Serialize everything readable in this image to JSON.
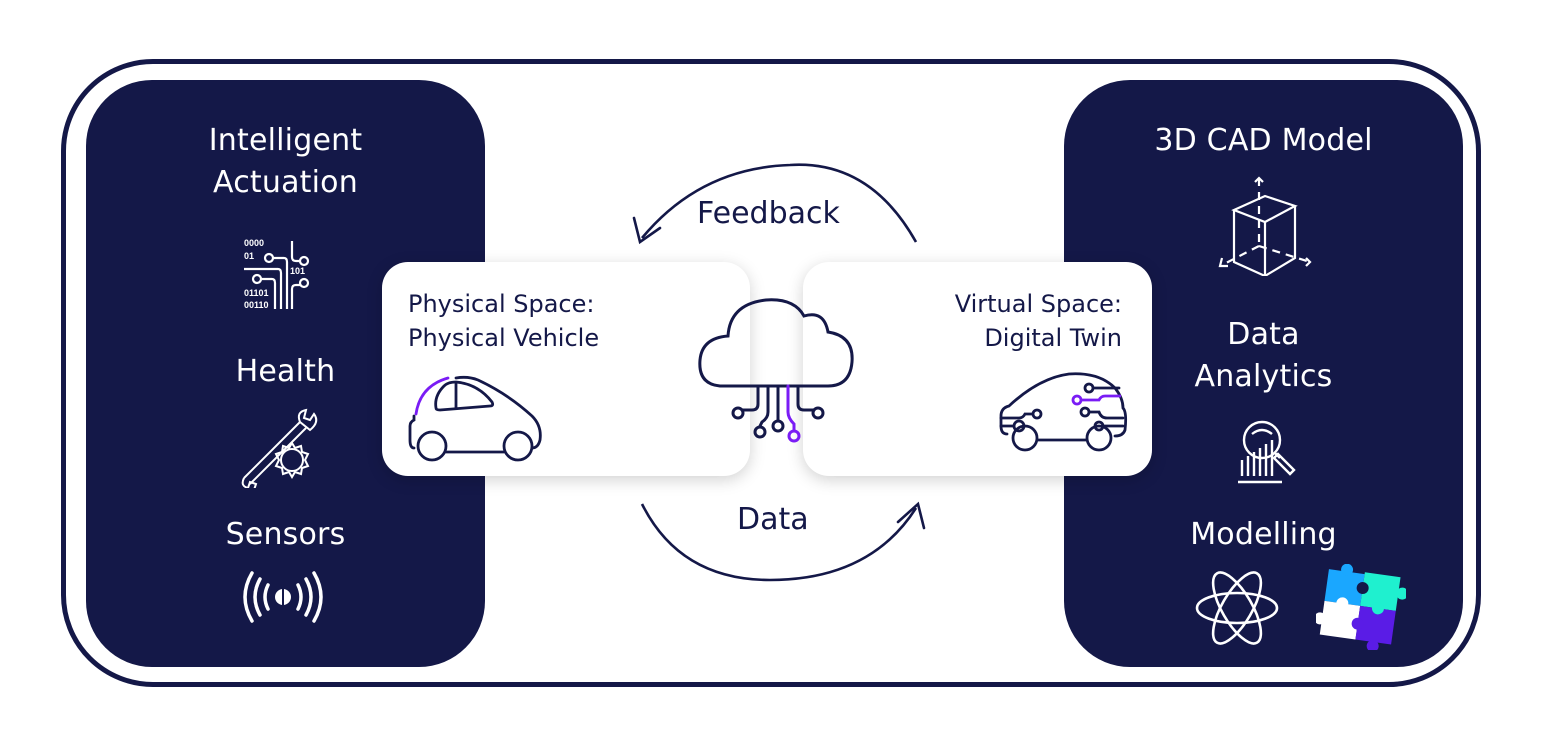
{
  "diagram": {
    "title": "Digital Twin",
    "colors": {
      "navy": "#141848",
      "accent_purple": "#7a1cf5",
      "puzzle_blue": "#1aa7ff",
      "puzzle_teal": "#1ff0cf",
      "puzzle_white": "#ffffff",
      "puzzle_purple": "#5a1ce6"
    },
    "left_panel": {
      "items": [
        {
          "label_line1": "Intelligent",
          "label_line2": "Actuation",
          "icon": "circuit-binary-icon",
          "icon_text": [
            "0000",
            "01",
            "101",
            "01101",
            "00110"
          ]
        },
        {
          "label": "Health",
          "icon": "wrench-gear-icon"
        },
        {
          "label": "Sensors",
          "icon": "sensor-waves-icon"
        }
      ]
    },
    "right_panel": {
      "items": [
        {
          "label": "3D CAD Model",
          "icon": "cube-axes-icon"
        },
        {
          "label_line1": "Data",
          "label_line2": "Analytics",
          "icon": "magnifier-chart-icon"
        },
        {
          "label": "Modelling",
          "icon": "atom-icon",
          "icon2": "puzzle-icon"
        }
      ]
    },
    "cards": {
      "physical": {
        "title_line1": "Physical Space:",
        "title_line2": "Physical Vehicle",
        "icon": "car-icon"
      },
      "virtual": {
        "title_line1": "Virtual Space:",
        "title_line2": "Digital Twin",
        "icon": "digital-car-icon"
      }
    },
    "center": {
      "icon": "cloud-circuit-icon"
    },
    "flows": {
      "feedback": "Feedback",
      "data": "Data"
    }
  }
}
